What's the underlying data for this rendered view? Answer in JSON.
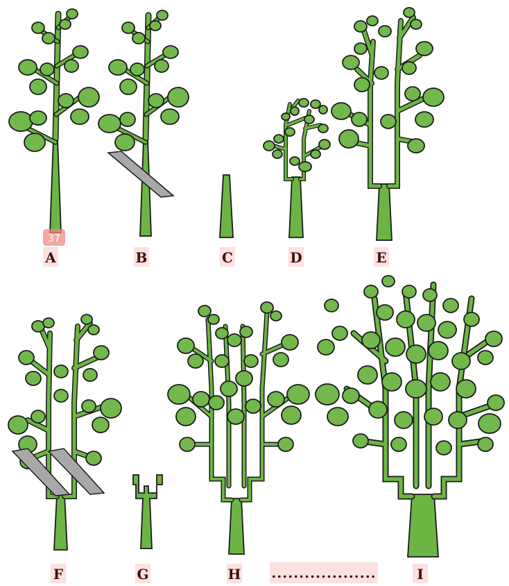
{
  "badge": "37",
  "panels": [
    {
      "label": "A",
      "name": "whole-plant"
    },
    {
      "label": "B",
      "name": "plant-being-cut"
    },
    {
      "label": "C",
      "name": "cut-stump"
    },
    {
      "label": "D",
      "name": "regrowth-small"
    },
    {
      "label": "E",
      "name": "regrowth-larger"
    },
    {
      "label": "F",
      "name": "regrowth-being-cut"
    },
    {
      "label": "G",
      "name": "cut-stump-branched"
    },
    {
      "label": "H",
      "name": "multi-stem-regrowth"
    },
    {
      "label": "I",
      "name": "dense-multi-stem-plant"
    }
  ],
  "ellipsis": "..................."
}
